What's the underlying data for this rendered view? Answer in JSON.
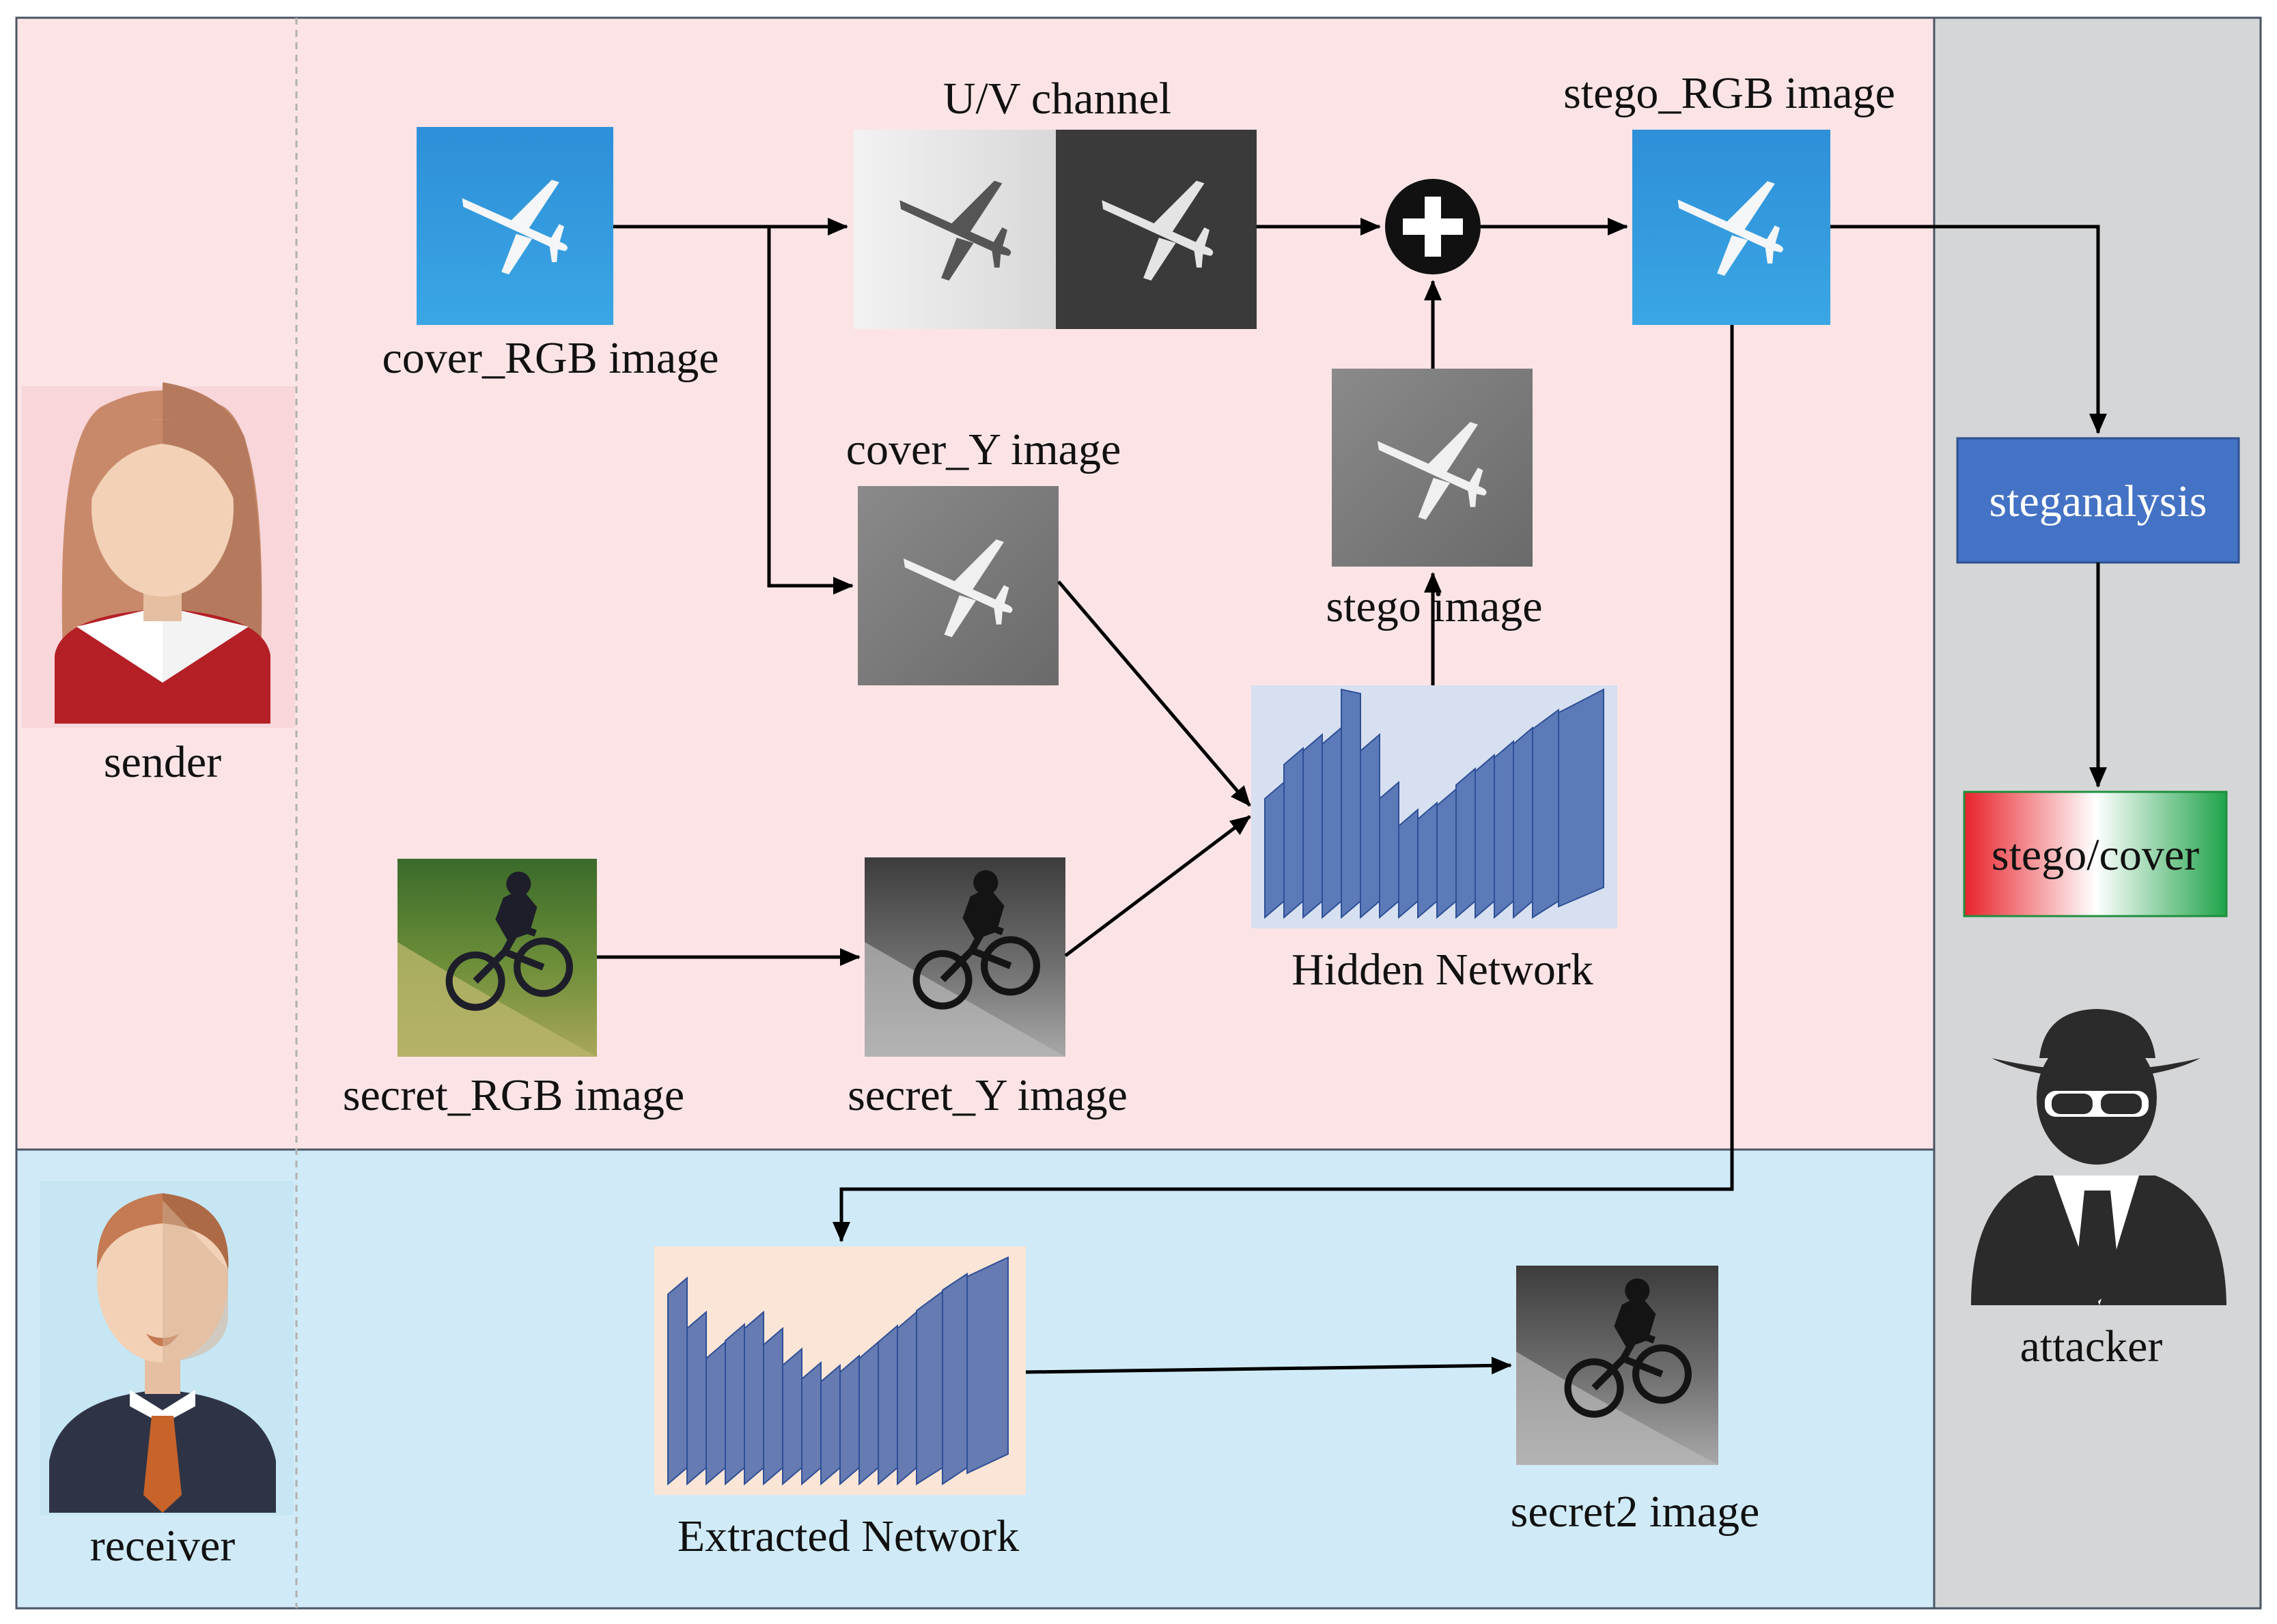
{
  "roles": {
    "sender": "sender",
    "receiver": "receiver",
    "attacker": "attacker"
  },
  "labels": {
    "cover_rgb": "cover_RGB image",
    "uv_channel": "U/V channel",
    "stego_rgb": "stego_RGB image",
    "cover_y": "cover_Y image",
    "stego_y": "stego  image",
    "hidden_network": "Hidden Network",
    "secret_rgb": "secret_RGB image",
    "secret_y": "secret_Y image",
    "extracted_network": "Extracted Network",
    "secret2": "secret2 image",
    "steganalysis": "steganalysis",
    "stego_cover": "stego/cover"
  },
  "colors": {
    "sender_bg": "#fce4e6",
    "receiver_bg": "#d0ebf7",
    "attacker_bg": "#d5d6d8",
    "hidden_net_bg": "#d6e0f0",
    "extracted_net_bg": "#fbe5d6",
    "layer_fill": "#3b5ea8",
    "steganalysis_fill": "#4472c4",
    "sky_blue": "#2f98dc",
    "result_red": "#e8222a",
    "result_green": "#1fa34a"
  },
  "icons": {
    "sender": "woman-avatar-icon",
    "receiver": "man-avatar-icon",
    "attacker": "spy-icon",
    "add": "plus-circle-icon"
  }
}
